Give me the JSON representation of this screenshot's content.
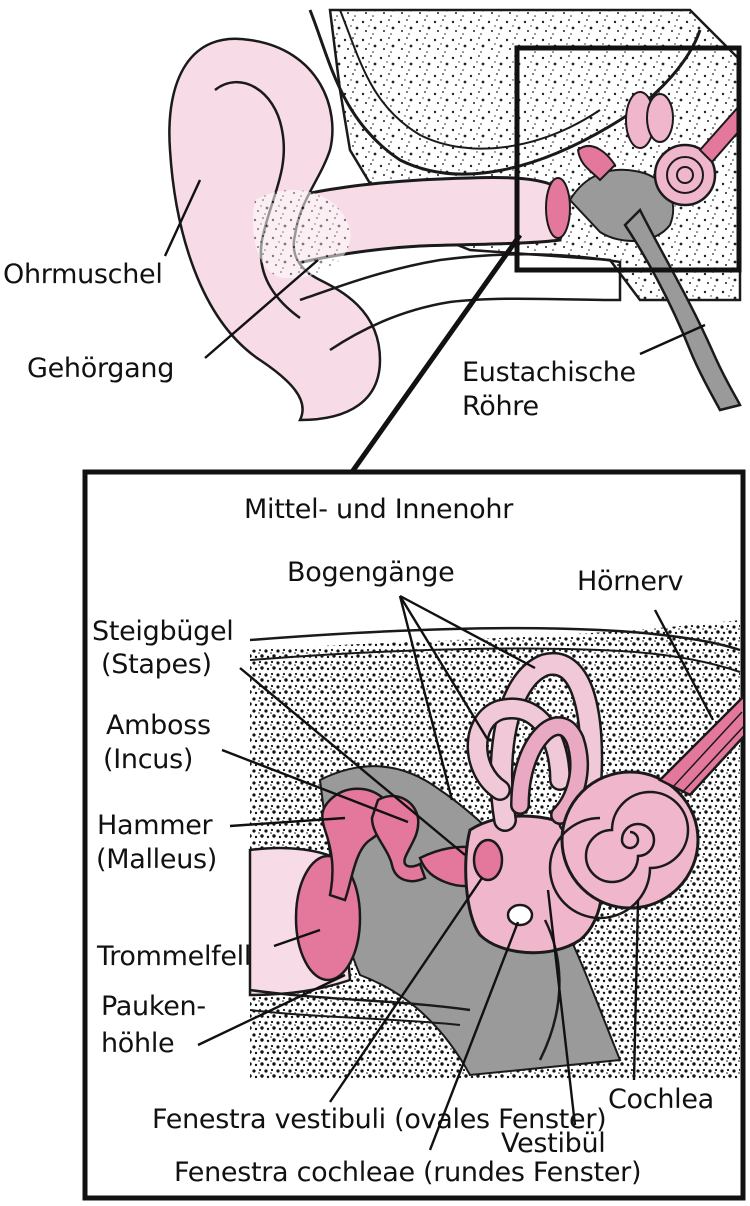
{
  "labels": {
    "ohrmuschel": "Ohrmuschel",
    "gehoergang": "Gehörgang",
    "eustachische_1": "Eustachische",
    "eustachische_2": "Röhre",
    "inset_title": "Mittel- und Innenohr",
    "bogengaenge": "Bogengänge",
    "hoernerv": "Hörnerv",
    "steigbuegel_1": "Steigbügel",
    "steigbuegel_2": "(Stapes)",
    "amboss_1": "Amboss",
    "amboss_2": "(Incus)",
    "hammer_1": "Hammer",
    "hammer_2": "(Malleus)",
    "trommelfell": "Trommelfell",
    "pauken_1": "Pauken-",
    "pauken_2": "höhle",
    "cochlea": "Cochlea",
    "fenestra_vestibuli": "Fenestra vestibuli (ovales Fenster)",
    "vestibuel": "Vestibül",
    "fenestra_cochleae": "Fenestra cochleae (rundes Fenster)"
  },
  "colors": {
    "skin": "#f7dbe7",
    "bone_pink": "#e3789c",
    "cochlea": "#f0b6cc",
    "grey_tissue": "#9a9a9a",
    "outline": "#111111"
  }
}
